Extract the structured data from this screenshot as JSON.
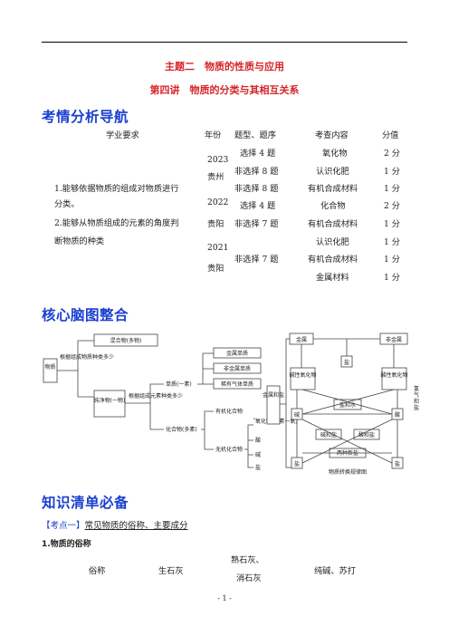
{
  "header": {
    "topic": "主题二　物质的性质与应用",
    "lecture": "第四讲　物质的分类与其相互关系"
  },
  "section1": {
    "title": "考情分析导航",
    "cols": [
      "学业要求",
      "年份",
      "题型、题序",
      "考查内容",
      "分值"
    ],
    "requirements": [
      "1.能够依据物质的组成对物质进行",
      "分类。",
      "2.能够从物质组成的元素的角度判",
      "断物质的种类"
    ],
    "rows": [
      {
        "year": "",
        "type": "选择 4 题",
        "content": "氧化物",
        "score": "2 分"
      },
      {
        "year": "",
        "type": "非选择 8 题",
        "content": "认识化肥",
        "score": "1 分"
      },
      {
        "year": "",
        "type": "非选择 8 题",
        "content": "有机合成材料",
        "score": "1 分"
      },
      {
        "year": "2022",
        "type": "选择 4 题",
        "content": "化合物",
        "score": "2 分"
      },
      {
        "year": "贵阳",
        "type": "非选择 7 题",
        "content": "有机合成材料",
        "score": "1 分"
      },
      {
        "year": "",
        "type": "",
        "content": "认识化肥",
        "score": "1 分"
      },
      {
        "year": "",
        "type": "非选择 7 题",
        "content": "有机合成材料",
        "score": "1 分"
      },
      {
        "year": "",
        "type": "",
        "content": "金属材料",
        "score": "1 分"
      }
    ],
    "year2023": [
      "2023",
      "贵州"
    ],
    "year2021": [
      "2021",
      "贵阳"
    ]
  },
  "section2": {
    "title": "核心脑图整合",
    "left_map": {
      "root": "物质",
      "branch1": "根据组成物质种类多少",
      "mixture": "混合物(多物)",
      "pure": "纯净物(一物)",
      "branch2": "根据组成元素种类多少",
      "simple": "单质(一素)",
      "metal_simple": "金属单质",
      "nonmetal_simple": "非金属单质",
      "rare_gas": "稀有气体单质",
      "compound": "化合物(多素)",
      "organic": "有机化合物",
      "inorganic": "无机化合物",
      "oxide": "氧化物(两素一氧)",
      "acid": "酸",
      "base": "碱",
      "salt": "盐"
    },
    "right_map": {
      "metal": "金属",
      "nonmetal": "非金属",
      "salt_top": "盐",
      "basic_oxide": "碱性氧化物",
      "acidic_oxide": "酸性氧化物",
      "salt_water": "盐和水",
      "metal_salt": "金属和盐",
      "hydrogen_salt": "氢气和盐",
      "base": "碱",
      "acid": "酸",
      "base_salt": "碱和盐",
      "acid_salt": "酸和盐",
      "two_salts": "两种新盐",
      "salt_bl": "盐",
      "salt_br": "盐",
      "caption": "物质转换规律图"
    }
  },
  "section3": {
    "title": "知识清单必备",
    "kp_tag": "【考点一】",
    "kp_text": "常见物质的俗称、主要成分",
    "sub": "1.物质的俗称",
    "table": {
      "col0": "俗称",
      "col1": "生石灰",
      "col2a": "熟石灰、",
      "col2b": "消石灰",
      "col3": "纯碱、苏打"
    }
  },
  "footer": {
    "page": "- 1 -"
  }
}
